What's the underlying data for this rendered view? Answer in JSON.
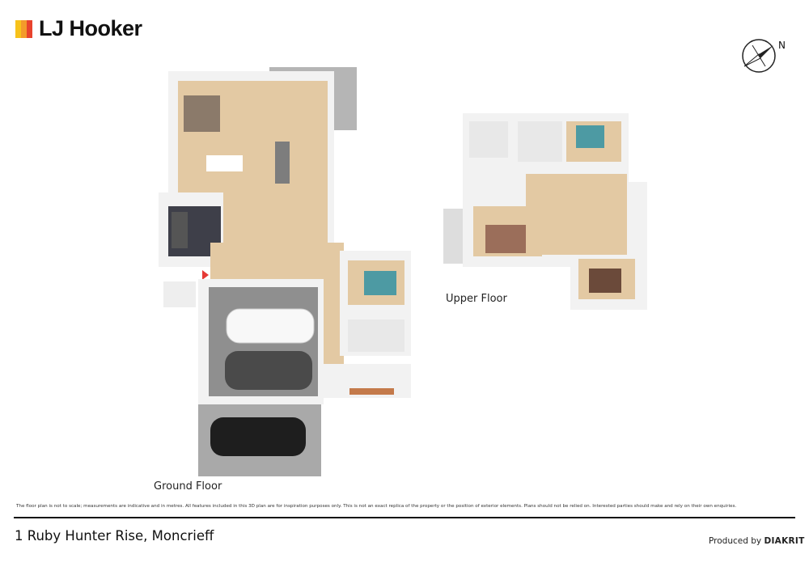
{
  "brand": {
    "name": "LJ Hooker",
    "stripe_colors": [
      "#f7c21b",
      "#f39a2b",
      "#e8432d"
    ]
  },
  "compass": {
    "label": "N",
    "icon": "compass-icon"
  },
  "floors": {
    "ground_label": "Ground Floor",
    "upper_label": "Upper Floor"
  },
  "colors": {
    "floor": "#e3c9a3",
    "wall": "#f4f4f4",
    "paving": "#a9a9a9",
    "garage_floor": "#8f8f8f"
  },
  "disclaimer": "The floor plan is not to scale; measurements are indicative and in metres. All features included in this 3D plan are for inspiration purposes only. This is not an exact replica of the property or the position of exterior elements. Plans should not be relied on. Interested parties should make and rely on their own enquiries.",
  "footer": {
    "address": "1 Ruby Hunter Rise, Moncrieff",
    "produced_prefix": "Produced by",
    "produced_brand": "DIAKRIT"
  }
}
